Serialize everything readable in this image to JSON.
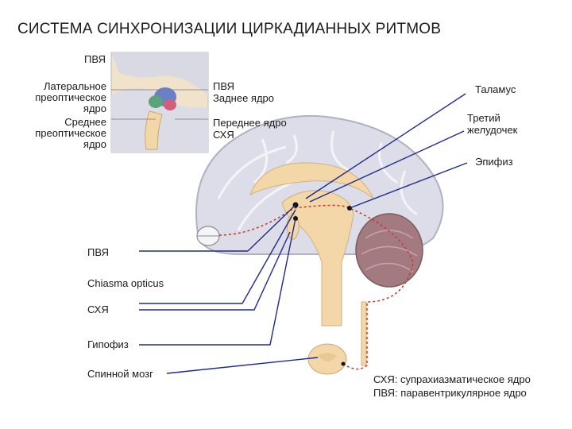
{
  "title": "СИСТЕМА СИНХРОНИЗАЦИИ ЦИРКАДИАННЫХ РИТМОВ",
  "inset_labels": {
    "pvya_top": "ПВЯ",
    "lateral_1": "Латеральное",
    "lateral_2": "преоптическое",
    "lateral_3": "ядро",
    "median_1": "Среднее",
    "median_2": "преоптическое",
    "median_3": "ядро",
    "pvya_right": "ПВЯ",
    "posterior": "Заднее ядро",
    "anterior": "Переднее ядро",
    "schya_right": "СХЯ"
  },
  "right_labels": {
    "thalamus": "Таламус",
    "third_ventricle_1": "Третий",
    "third_ventricle_2": "желудочек",
    "epiphysis": "Эпифиз"
  },
  "left_labels": {
    "pvya": "ПВЯ",
    "chiasma": "Chiasma opticus",
    "schya": "СХЯ",
    "hypophysis": "Гипофиз",
    "spinal_cord": "Спинной мозг"
  },
  "legend": {
    "line1": "СХЯ: супрахиазматическое ядро",
    "line2": "ПВЯ: паравентрикулярное ядро"
  },
  "colors": {
    "leader_lines": "#1f2a8a",
    "brain_cortex": "#d9dae6",
    "brainstem": "#f3d7a8",
    "cerebellum": "#9c6e74",
    "pathway": "#c23a2e"
  }
}
